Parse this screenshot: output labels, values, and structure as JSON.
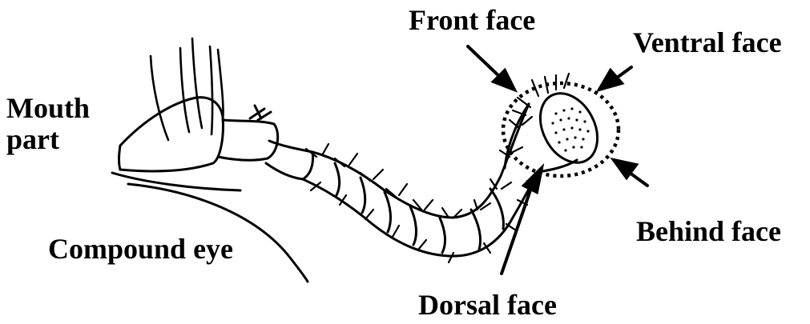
{
  "labels": {
    "mouth_part_line1": "Mouth",
    "mouth_part_line2": "part",
    "compound_eye": "Compound eye",
    "front_face": "Front face",
    "ventral_face": "Ventral face",
    "behind_face": "Behind face",
    "dorsal_face": "Dorsal face"
  },
  "colors": {
    "ink": "#000000",
    "background": "#ffffff"
  }
}
